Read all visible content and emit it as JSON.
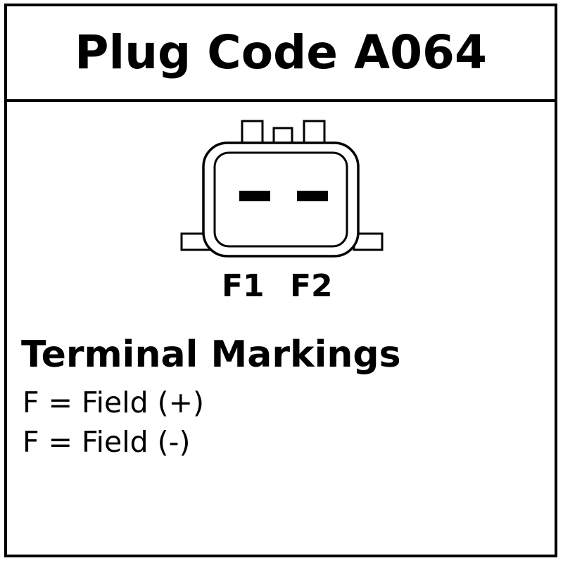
{
  "title": "Plug Code A064",
  "connector": {
    "pins": [
      {
        "label": "F1"
      },
      {
        "label": "F2"
      }
    ]
  },
  "terminal_markings": {
    "heading": "Terminal Markings",
    "items": [
      {
        "text": "F = Field (+)"
      },
      {
        "text": "F = Field (-)"
      }
    ]
  },
  "colors": {
    "line": "#000000",
    "background": "#ffffff"
  }
}
